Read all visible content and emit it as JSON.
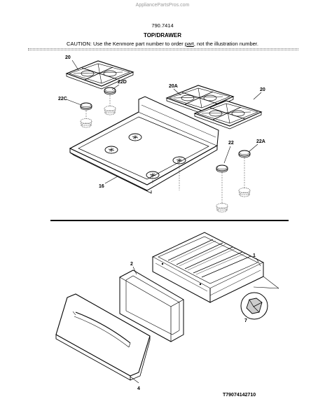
{
  "site": "AppliancePartsPros.com",
  "model": "790.7414",
  "title": "TOP/DRAWER",
  "caution": {
    "prefix": "CAUTION: Use the Kenmore part number to order ",
    "link": "part",
    "suffix": ", not the illustration number."
  },
  "doc_number": "T79074142710",
  "callouts": {
    "grate_left": "20",
    "grate_right": "20",
    "grate_center": "20A",
    "cap_22c": "22C",
    "cap_22d": "22D",
    "cap_22": "22",
    "cap_22a": "22A",
    "cooktop": "16",
    "drawer": "1",
    "drawer_panel": "2",
    "drawer_front": "4",
    "glide": "7"
  }
}
